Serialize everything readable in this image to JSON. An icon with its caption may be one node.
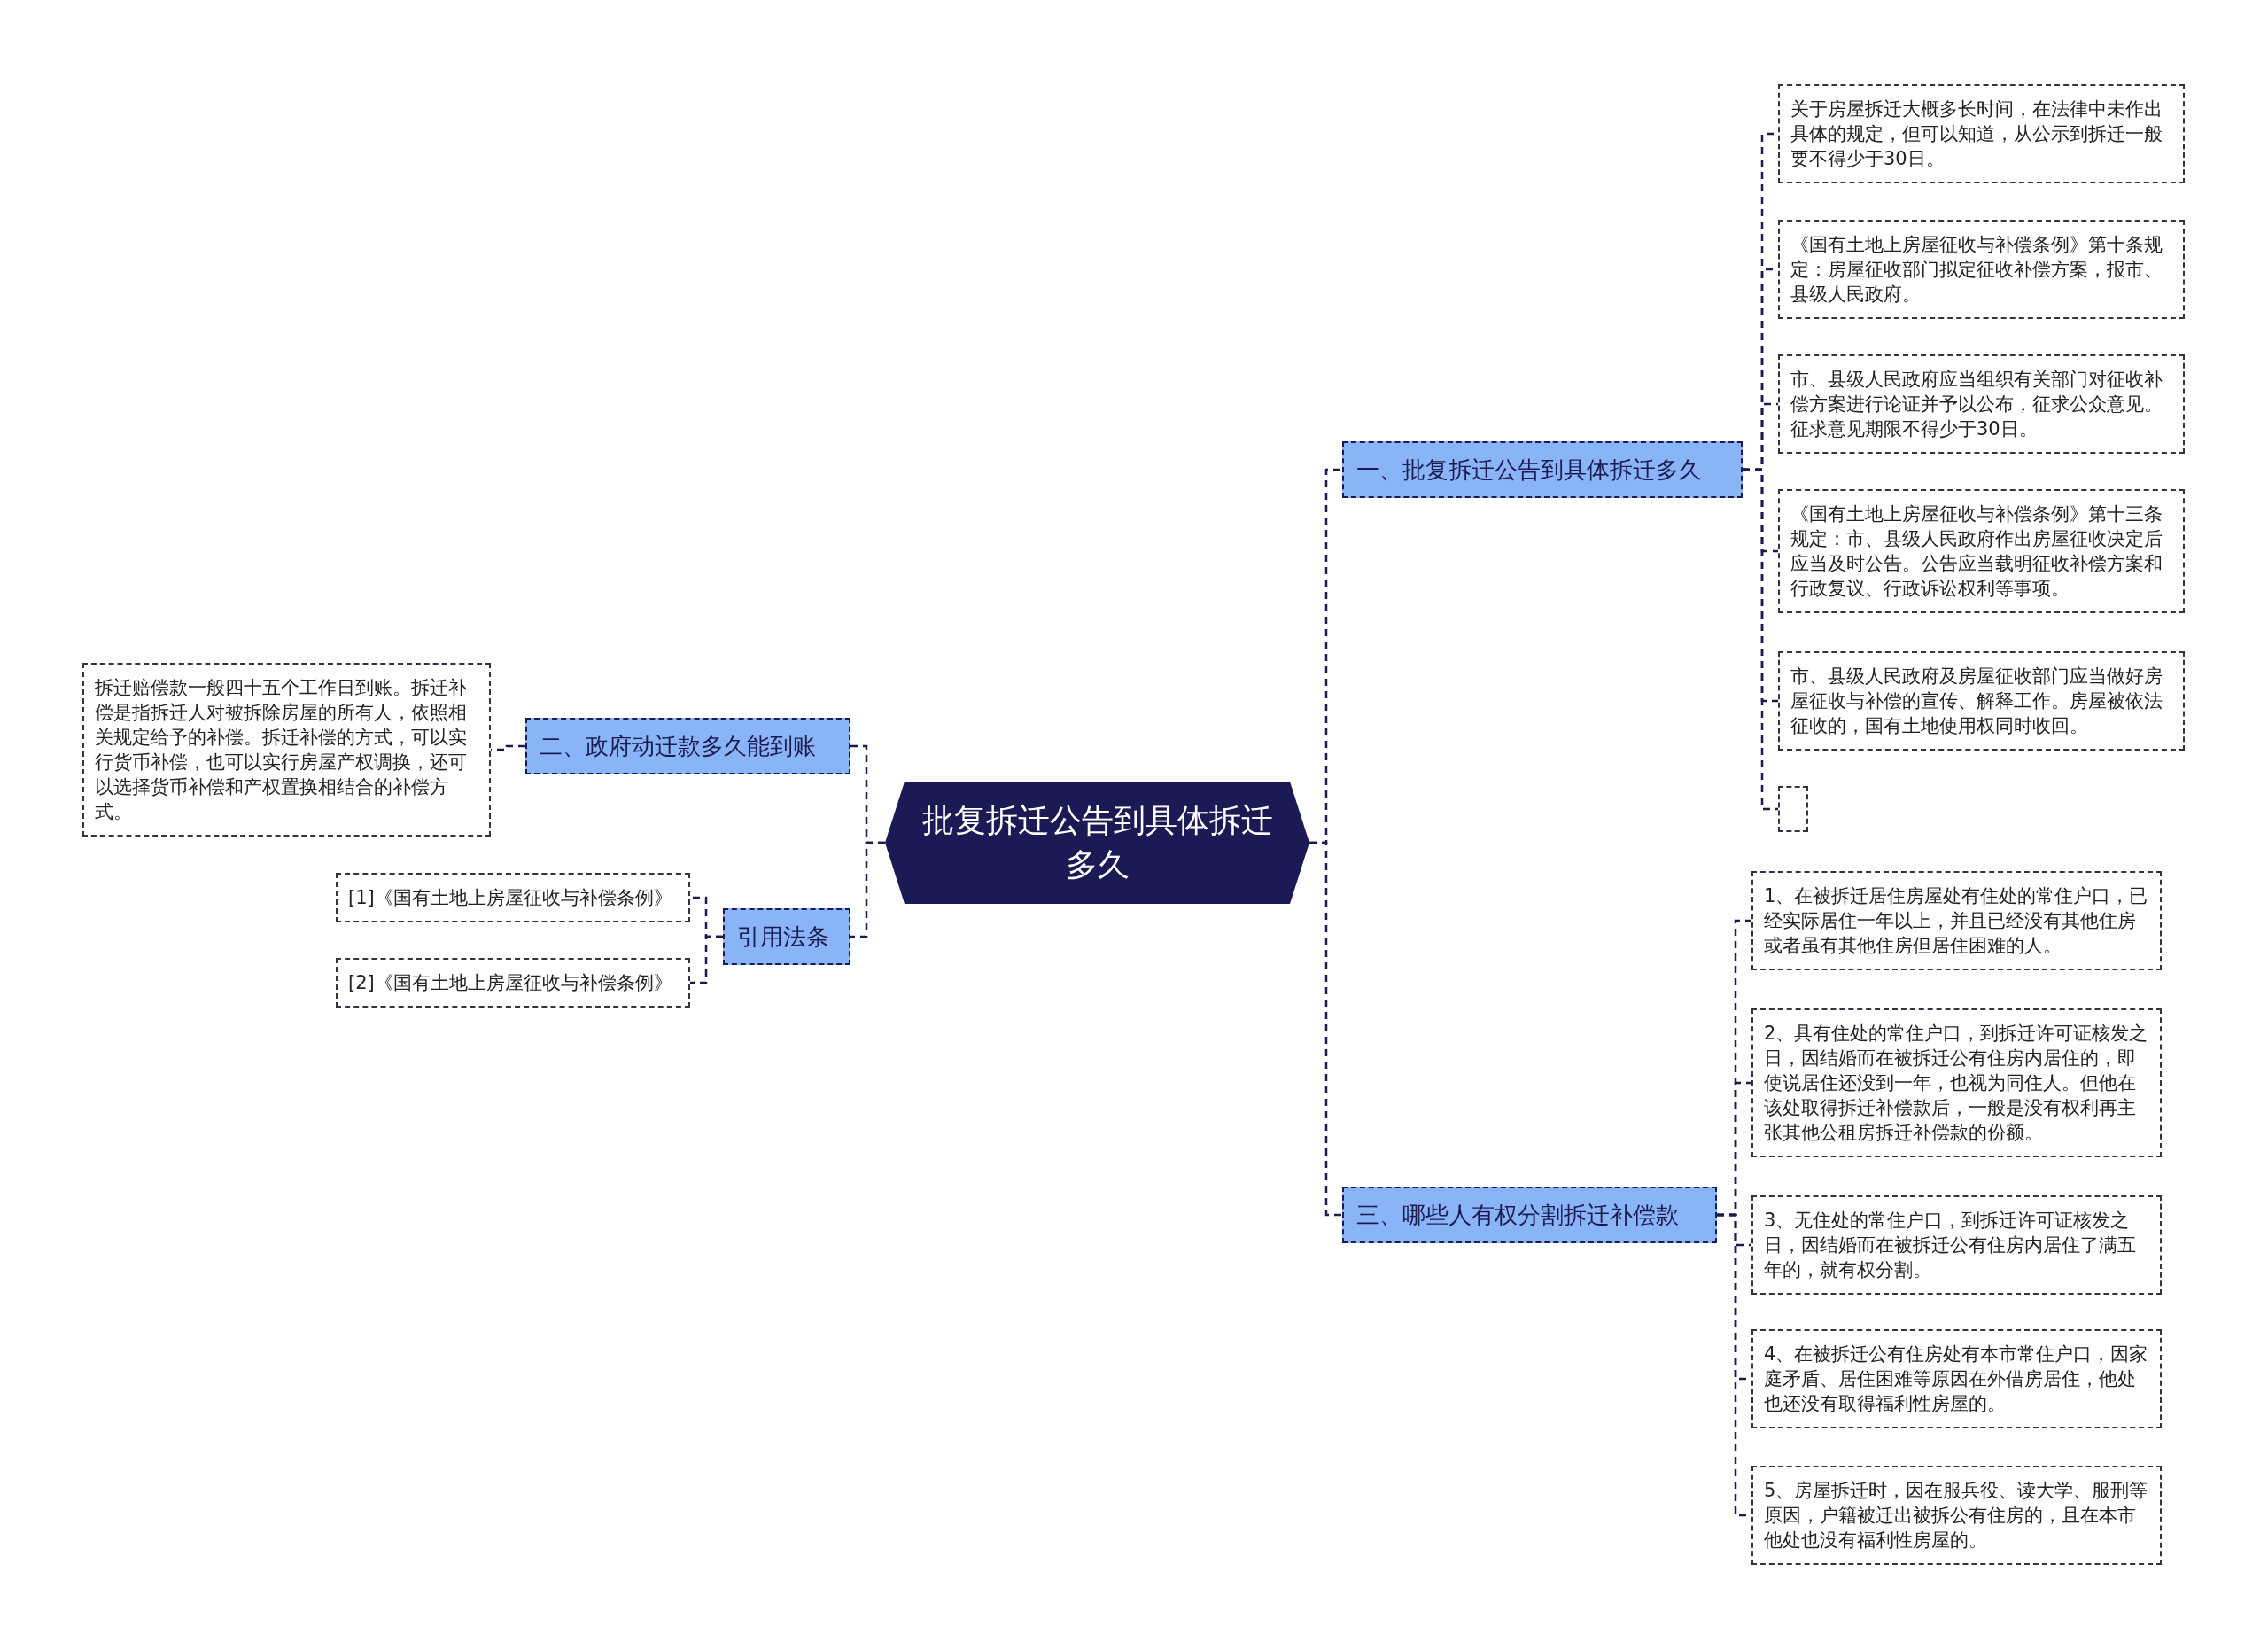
{
  "diagram": {
    "nodes": [
      {
        "text": [
          "批复拆迁公告到具体拆迁多久"
        ]
      },
      {
        "text": [
          "一、批复拆迁公告到具体拆迁多久"
        ]
      },
      {
        "text": [
          "关于房屋拆迁大概多长时间，在法律中未作出具体的规定，但可以知道，从公示到拆迁一般要不得少于30日。"
        ]
      },
      {
        "text": [
          "《国有土地上房屋征收与补偿条例》第十条规定：房屋征收部门拟定征收补偿方案，报市、县级人民政府。"
        ]
      },
      {
        "text": [
          "市、县级人民政府应当组织有关部门对征收补偿方案进行论证并予以公布，征求公众意见。征求意见期限不得少于30日。"
        ]
      },
      {
        "text": [
          "《国有土地上房屋征收与补偿条例》第十三条规定：市、县级人民政府作出房屋征收决定后应当及时公告。公告应当载明征收补偿方案和行政复议、行政诉讼权利等事项。"
        ]
      },
      {
        "text": [
          "市、县级人民政府及房屋征收部门应当做好房屋征收与补偿的宣传、解释工作。房屋被依法征收的，国有土地使用权同时收回。"
        ]
      },
      {
        "text": [],
        "shape": "box"
      },
      {
        "text": [
          "三、哪些人有权分割拆迁补偿款"
        ]
      },
      {
        "text": [
          "1、在被拆迁居住房屋处有住处的常住户口，已经实际居住一年以上，并且已经没有其他住房或者虽有其他住房但居住困难的人。"
        ]
      },
      {
        "text": [
          "2、具有住处的常住户口，到拆迁许可证核发之日，因结婚而在被拆迁公有住房内居住的，即使说居住还没到一年，也视为同住人。但他在该处取得拆迁补偿款后，一般是没有权利再主张其他公租房拆迁补偿款的份额。"
        ]
      },
      {
        "text": [
          "3、无住处的常住户口，到拆迁许可证核发之日，因结婚而在被拆迁公有住房内居住了满五年的，就有权分割。"
        ]
      },
      {
        "text": [
          "4、在被拆迁公有住房处有本市常住户口，因家庭矛盾、居住困难等原因在外借房居住，他处也还没有取得福利性房屋的。"
        ]
      },
      {
        "text": [
          "5、房屋拆迁时，因在服兵役、读大学、服刑等原因，户籍被迁出被拆公有住房的，且在本市他处也没有福利性房屋的。"
        ]
      },
      {
        "text": [
          "二、政府动迁款多久能到账"
        ]
      },
      {
        "text": [
          "拆迁赔偿款一般四十五个工作日到账。拆迁补偿是指拆迁人对被拆除房屋的所有人，依照相关规定给予的补偿。拆迁补偿的方式，可以实行货币补偿，也可以实行房屋产权调换，还可以选择货币补偿和产权置换相结合的补偿方式。"
        ]
      },
      {
        "text": [
          "引用法条"
        ]
      },
      {
        "text": [
          "[1]《国有土地上房屋征收与补偿条例》"
        ]
      },
      {
        "text": [
          "[2]《国有土地上房屋征收与补偿条例》"
        ]
      }
    ],
    "edges": [
      {
        "from": 0,
        "to": 1,
        "arrow": "none",
        "style": "dashed"
      },
      {
        "from": 1,
        "to": 2,
        "arrow": "none",
        "style": "dashed"
      },
      {
        "from": 1,
        "to": 3,
        "arrow": "none",
        "style": "dashed"
      },
      {
        "from": 1,
        "to": 4,
        "arrow": "none",
        "style": "dashed"
      },
      {
        "from": 1,
        "to": 5,
        "arrow": "none",
        "style": "dashed"
      },
      {
        "from": 1,
        "to": 6,
        "arrow": "none",
        "style": "dashed"
      },
      {
        "from": 1,
        "to": 7,
        "arrow": "none",
        "style": "dashed"
      },
      {
        "from": 0,
        "to": 8,
        "arrow": "none",
        "style": "dashed"
      },
      {
        "from": 8,
        "to": 9,
        "arrow": "none",
        "style": "dashed"
      },
      {
        "from": 8,
        "to": 10,
        "arrow": "none",
        "style": "dashed"
      },
      {
        "from": 8,
        "to": 11,
        "arrow": "none",
        "style": "dashed"
      },
      {
        "from": 8,
        "to": 12,
        "arrow": "none",
        "style": "dashed"
      },
      {
        "from": 8,
        "to": 13,
        "arrow": "none",
        "style": "dashed"
      },
      {
        "from": 0,
        "to": 14,
        "arrow": "none",
        "style": "dashed"
      },
      {
        "from": 14,
        "to": 15,
        "arrow": "none",
        "style": "dashed"
      },
      {
        "from": 0,
        "to": 16,
        "arrow": "none",
        "style": "dashed"
      },
      {
        "from": 16,
        "to": 17,
        "arrow": "none",
        "style": "dashed"
      },
      {
        "from": 16,
        "to": 18,
        "arrow": "none",
        "style": "dashed"
      }
    ]
  }
}
